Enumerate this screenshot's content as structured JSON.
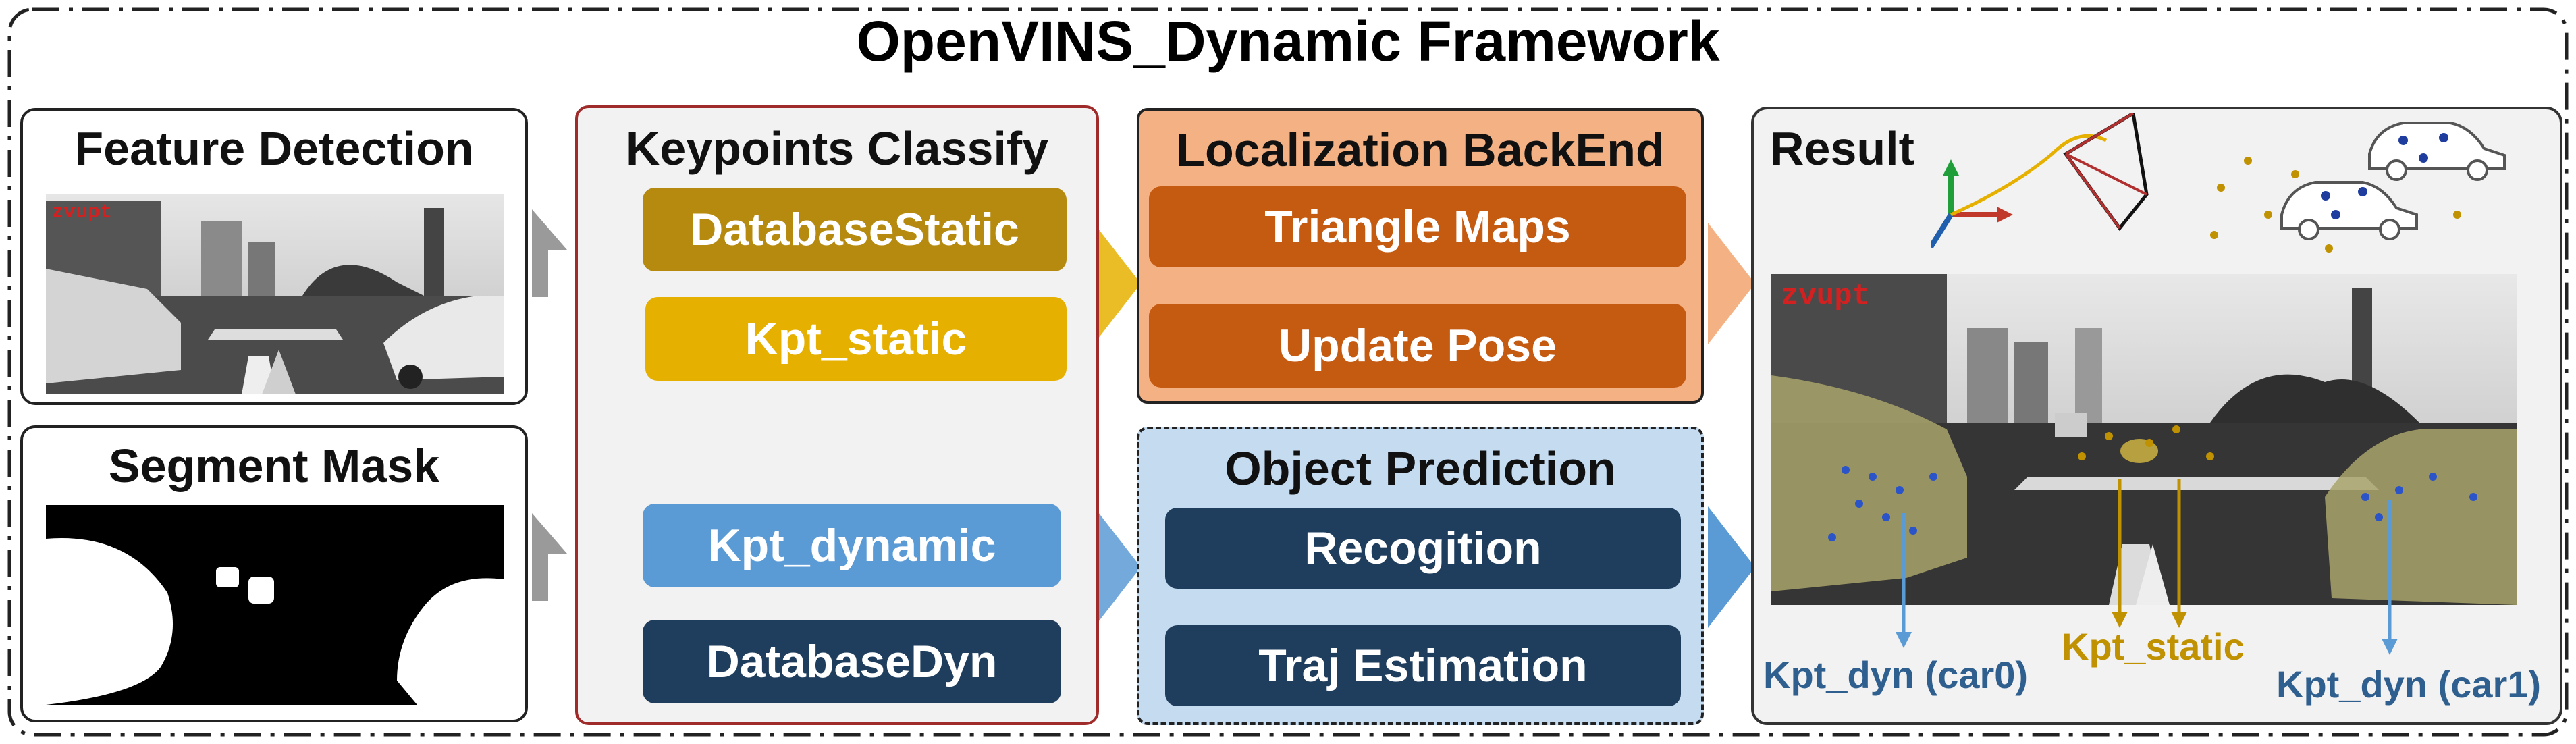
{
  "title": "OpenVINS_Dynamic Framework",
  "feature_detection": {
    "title": "Feature Detection",
    "overlay_text": "zvupt"
  },
  "segment_mask": {
    "title": "Segment Mask"
  },
  "keypoints_classify": {
    "title": "Keypoints Classify",
    "database_static": "DatabaseStatic",
    "kpt_static": "Kpt_static",
    "kpt_dynamic": "Kpt_dynamic",
    "database_dyn": "DatabaseDyn"
  },
  "localization_backend": {
    "title": "Localization BackEnd",
    "triangle_maps": "Triangle Maps",
    "update_pose": "Update Pose"
  },
  "object_prediction": {
    "title": "Object Prediction",
    "recognition": "Recogition",
    "traj_estimation": "Traj Estimation"
  },
  "result": {
    "title": "Result",
    "overlay_text": "zvupt",
    "label_car0": "Kpt_dyn (car0)",
    "label_static": "Kpt_static",
    "label_car1": "Kpt_dyn (car1)"
  },
  "colors": {
    "database_static": "#b58a0e",
    "kpt_static": "#e6b000",
    "kpt_dynamic": "#5b9bd5",
    "database_dyn": "#1f3d5c",
    "backend_panel": "#f4b183",
    "backend_pill": "#c55a11",
    "prediction_panel": "#c5dbf0",
    "prediction_pill": "#1f3d5c",
    "classify_border": "#a02b2b",
    "label_blue": "#2f5f8f",
    "label_gold": "#c09100"
  }
}
